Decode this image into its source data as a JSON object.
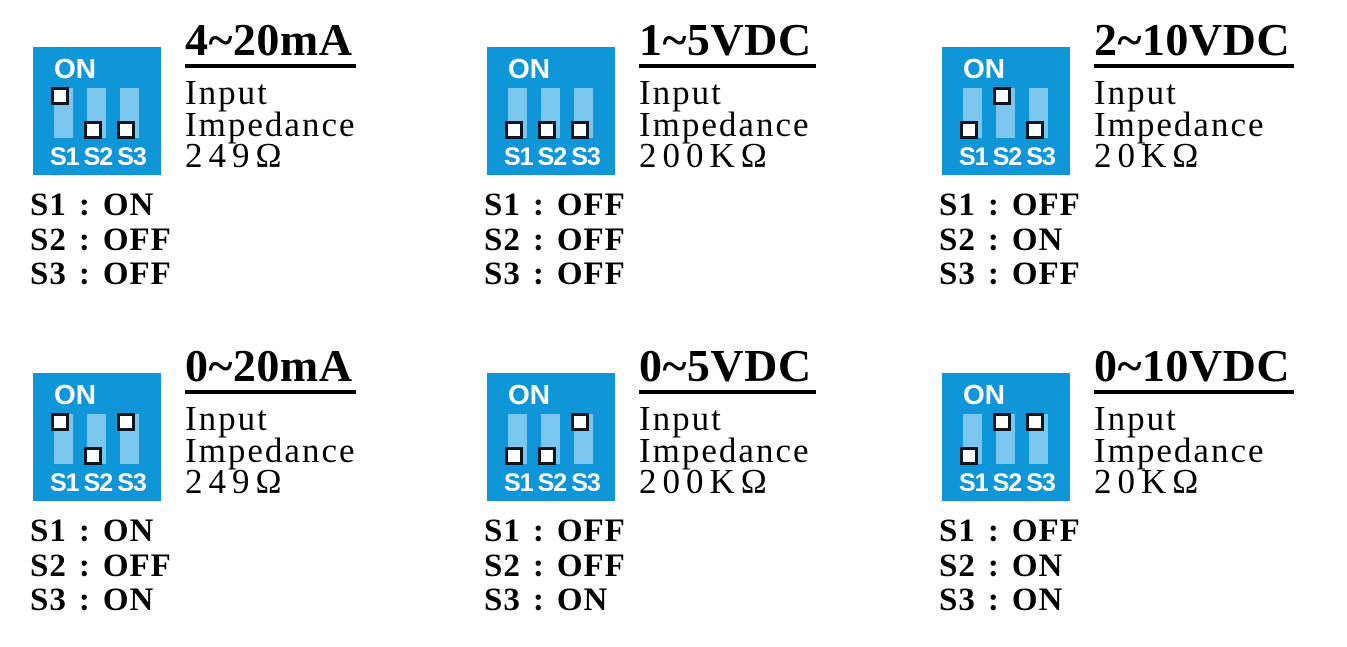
{
  "colors": {
    "dip_box": "#0e96d9",
    "dip_track": "#7ac6ee",
    "dip_label": "#ffffff",
    "handle_fill": "#ffffff",
    "handle_border": "#10141c",
    "text": "#000000",
    "background": "#ffffff"
  },
  "shared": {
    "separator": ":"
  },
  "panels": [
    {
      "title": "4~20mA",
      "impedance": {
        "line1": "Input",
        "line2": "Impedance",
        "value": "249",
        "unit": "Ω"
      },
      "dip": {
        "on_label": "ON",
        "switches": [
          {
            "label": "S1",
            "state": "ON"
          },
          {
            "label": "S2",
            "state": "OFF"
          },
          {
            "label": "S3",
            "state": "OFF"
          }
        ]
      }
    },
    {
      "title": "1~5VDC",
      "impedance": {
        "line1": "Input",
        "line2": "Impedance",
        "value": "200K",
        "unit": "Ω"
      },
      "dip": {
        "on_label": "ON",
        "switches": [
          {
            "label": "S1",
            "state": "OFF"
          },
          {
            "label": "S2",
            "state": "OFF"
          },
          {
            "label": "S3",
            "state": "OFF"
          }
        ]
      }
    },
    {
      "title": "2~10VDC",
      "impedance": {
        "line1": "Input",
        "line2": "Impedance",
        "value": "20K",
        "unit": "Ω"
      },
      "dip": {
        "on_label": "ON",
        "switches": [
          {
            "label": "S1",
            "state": "OFF"
          },
          {
            "label": "S2",
            "state": "ON"
          },
          {
            "label": "S3",
            "state": "OFF"
          }
        ]
      }
    },
    {
      "title": "0~20mA",
      "impedance": {
        "line1": "Input",
        "line2": "Impedance",
        "value": "249",
        "unit": "Ω"
      },
      "dip": {
        "on_label": "ON",
        "switches": [
          {
            "label": "S1",
            "state": "ON"
          },
          {
            "label": "S2",
            "state": "OFF"
          },
          {
            "label": "S3",
            "state": "ON"
          }
        ]
      }
    },
    {
      "title": "0~5VDC",
      "impedance": {
        "line1": "Input",
        "line2": "Impedance",
        "value": "200K",
        "unit": "Ω"
      },
      "dip": {
        "on_label": "ON",
        "switches": [
          {
            "label": "S1",
            "state": "OFF"
          },
          {
            "label": "S2",
            "state": "OFF"
          },
          {
            "label": "S3",
            "state": "ON"
          }
        ]
      }
    },
    {
      "title": "0~10VDC",
      "impedance": {
        "line1": "Input",
        "line2": "Impedance",
        "value": "20K",
        "unit": "Ω"
      },
      "dip": {
        "on_label": "ON",
        "switches": [
          {
            "label": "S1",
            "state": "OFF"
          },
          {
            "label": "S2",
            "state": "ON"
          },
          {
            "label": "S3",
            "state": "ON"
          }
        ]
      }
    }
  ]
}
